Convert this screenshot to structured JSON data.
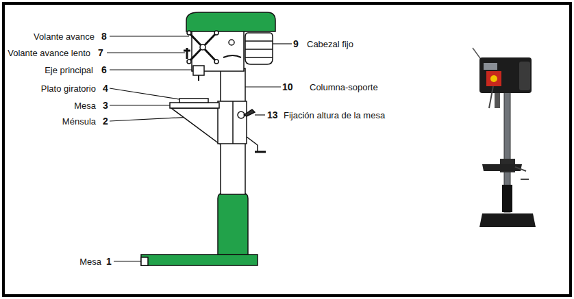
{
  "diagram": {
    "labels": [
      "Volante avance",
      "8",
      "9",
      "Cabezal fijo",
      "Volante avance lento",
      "7",
      "Eje principal",
      "6",
      "Plato giratorio",
      "4",
      "10",
      "Columna-soporte",
      "Mesa",
      "3",
      "Ménsula",
      "2",
      "13",
      "Fijación altura de la mesa",
      "Mesa",
      "1"
    ]
  }
}
